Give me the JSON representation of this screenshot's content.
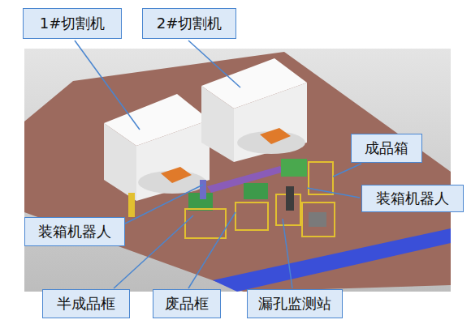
{
  "diagram": {
    "nodes": [
      {
        "text": [
          "1#切割机"
        ]
      },
      {
        "text": [
          "2#切割机"
        ]
      },
      {
        "text": [
          "成品箱"
        ]
      },
      {
        "text": [
          "装箱机器人"
        ]
      },
      {
        "text": [
          "装箱机器人"
        ]
      },
      {
        "text": [
          "半成品框"
        ]
      },
      {
        "text": [
          "废品框"
        ]
      },
      {
        "text": [
          "漏孔监测站"
        ]
      }
    ]
  }
}
